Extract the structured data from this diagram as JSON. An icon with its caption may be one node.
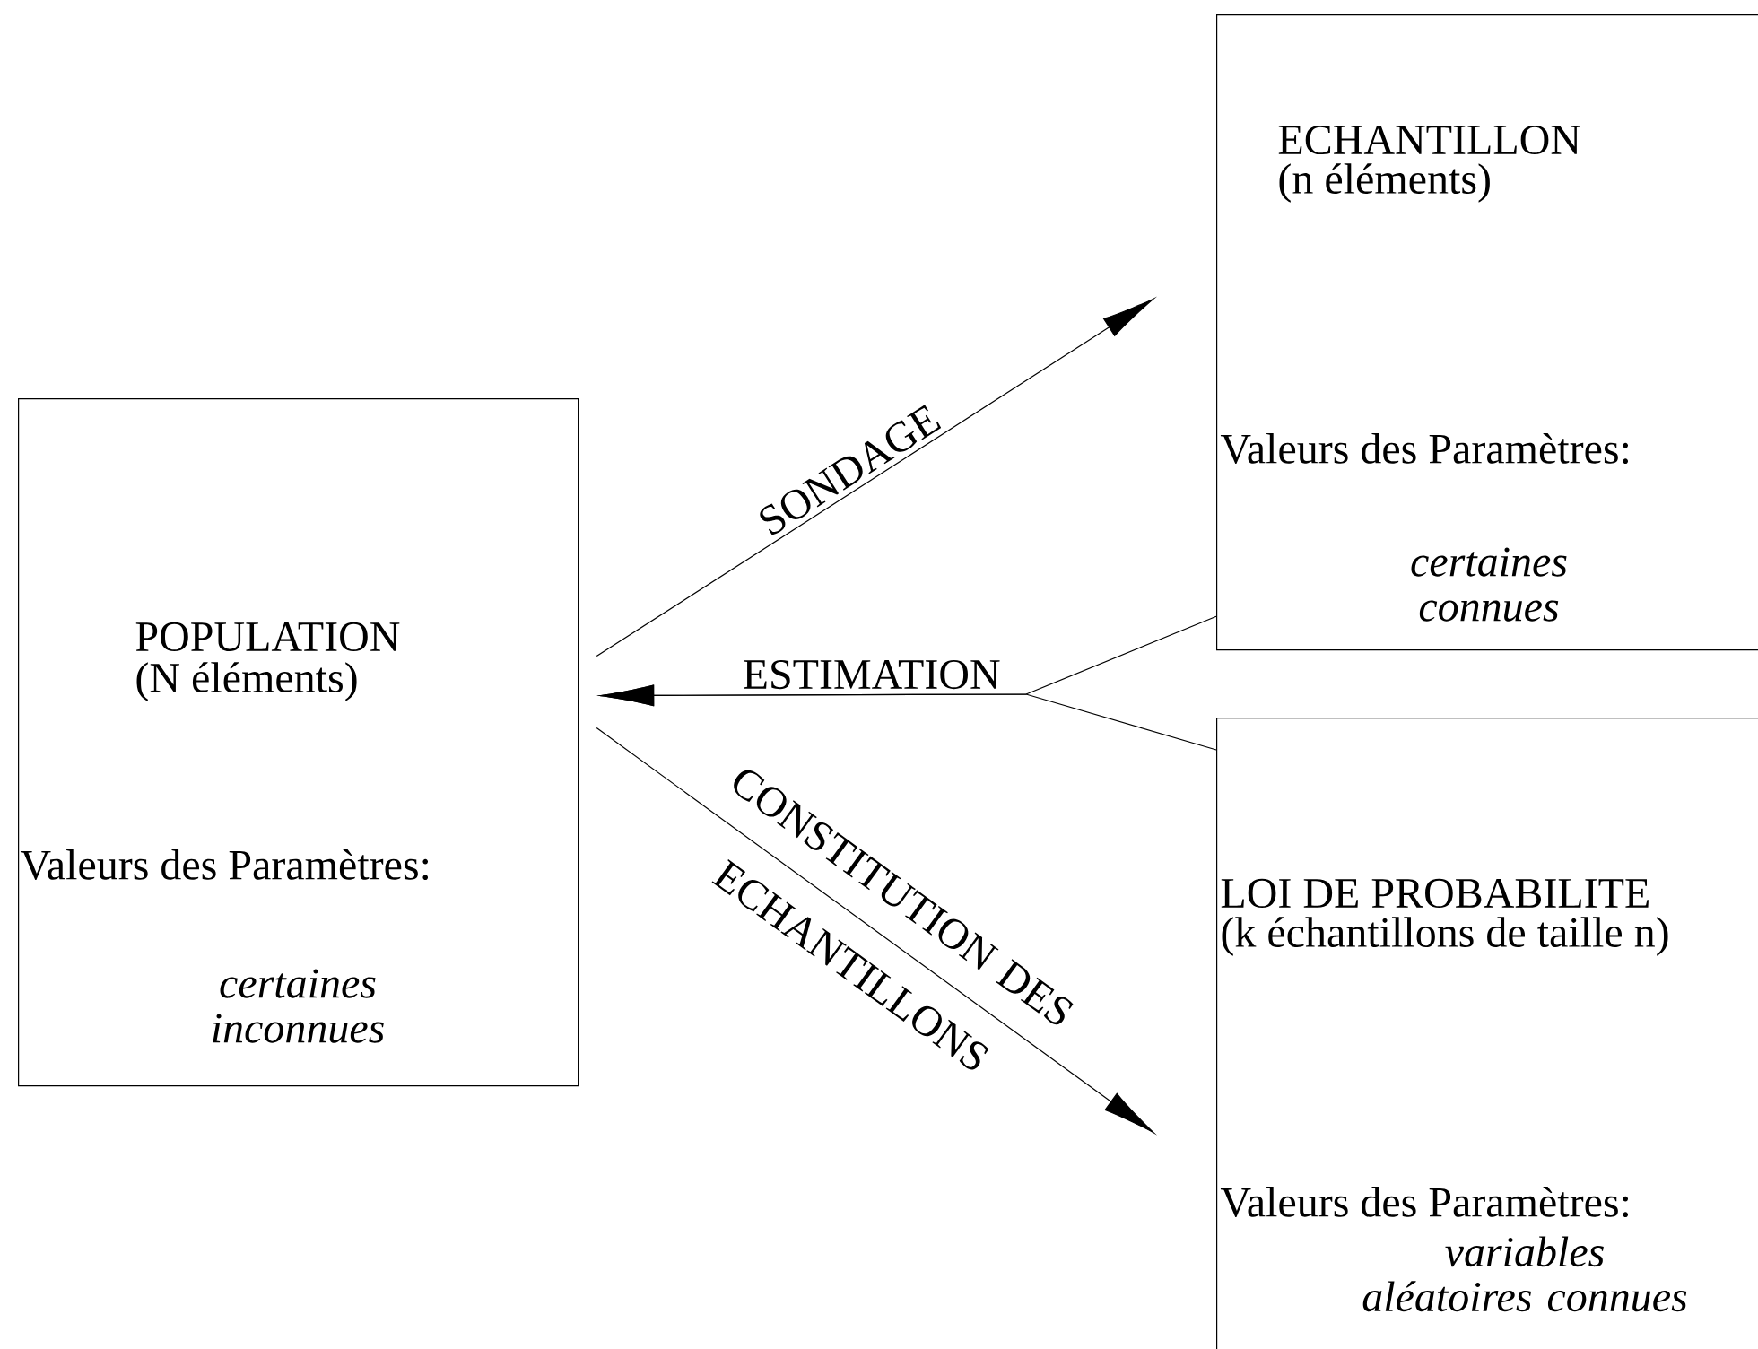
{
  "diagram": {
    "nodes": [
      {
        "text": [
          "POPULATION",
          "(N éléments)",
          "Valeurs des Paramètres:",
          "certaines inconnues"
        ]
      },
      {
        "text": [
          "ECHANTILLON",
          "(n éléments)",
          "Valeurs des Paramètres:",
          "certaines connues"
        ]
      },
      {
        "text": [
          "LOI DE PROBABILITE",
          "(k échantillons de taille n)",
          "Valeurs des Paramètres:",
          "variables aléatoires connues"
        ]
      }
    ],
    "edges": [
      {
        "from": 0,
        "to": 1,
        "arrow": "to",
        "label": "SONDAGE"
      },
      {
        "from": 1,
        "to": 0,
        "arrow": "to",
        "label": "ESTIMATION"
      },
      {
        "from": 2,
        "to": 0,
        "arrow": "to"
      },
      {
        "from": 0,
        "to": 2,
        "arrow": "to",
        "label": "CONSTITUTION DES ECHANTILLONS"
      }
    ]
  }
}
